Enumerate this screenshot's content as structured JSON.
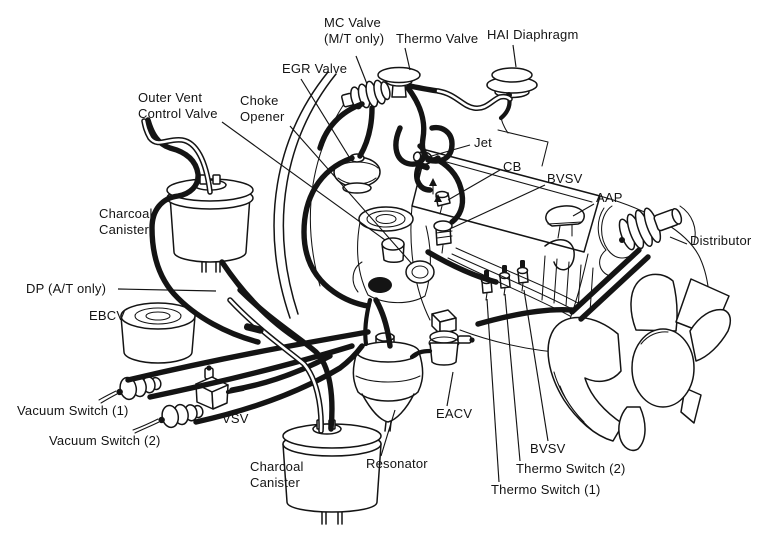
{
  "diagram": {
    "type": "engine-vacuum-hose-diagram",
    "ink": "#141414",
    "background": "#ffffff"
  },
  "labels": {
    "mc_valve": {
      "line1": "MC Valve",
      "line2": "(M/T only)"
    },
    "thermo_valve": "Thermo Valve",
    "hai_diaphragm": "HAI Diaphragm",
    "egr_valve": "EGR Valve",
    "outer_vent": {
      "line1": "Outer Vent",
      "line2": "Control Valve"
    },
    "choke_opener": {
      "line1": "Choke",
      "line2": "Opener"
    },
    "jet": "Jet",
    "cb": "CB",
    "bvsv_upper": "BVSV",
    "aap": "AAP",
    "distributor": "Distributor",
    "charcoal_canister_left": {
      "line1": "Charcoal",
      "line2": "Canister"
    },
    "dp": "DP (A/T only)",
    "ebcv": "EBCV",
    "vacuum_switch_1": "Vacuum Switch (1)",
    "vacuum_switch_2": "Vacuum Switch (2)",
    "vsv": "VSV",
    "charcoal_canister_bottom": {
      "line1": "Charcoal",
      "line2": "Canister"
    },
    "resonator": "Resonator",
    "eacv": "EACV",
    "bvsv_lower": "BVSV",
    "thermo_switch_2": "Thermo Switch (2)",
    "thermo_switch_1": "Thermo Switch (1)"
  }
}
